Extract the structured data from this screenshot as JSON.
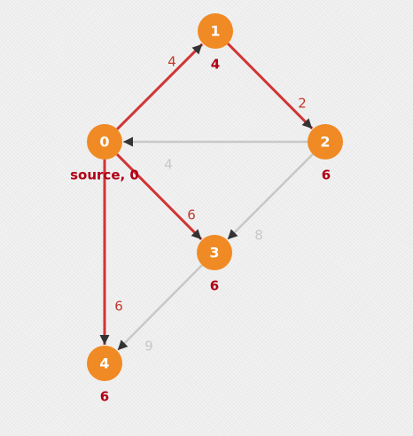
{
  "colors": {
    "node_fill": "#f08a24",
    "tree_edge": "#d03535",
    "other_edge": "#c8c8c8",
    "tree_weight": "#c0392b",
    "other_weight": "#c8c8c8",
    "distance_text": "#b00015",
    "arrowhead": "#333333"
  },
  "graph": {
    "nodes": [
      {
        "id": "0",
        "label": "0",
        "distance": "source, 0"
      },
      {
        "id": "1",
        "label": "1",
        "distance": "4"
      },
      {
        "id": "2",
        "label": "2",
        "distance": "6"
      },
      {
        "id": "3",
        "label": "3",
        "distance": "6"
      },
      {
        "id": "4",
        "label": "4",
        "distance": "6"
      }
    ],
    "edges": [
      {
        "from": "0",
        "to": "1",
        "weight": "4",
        "in_tree": true
      },
      {
        "from": "1",
        "to": "2",
        "weight": "2",
        "in_tree": true
      },
      {
        "from": "2",
        "to": "0",
        "weight": "4",
        "in_tree": false
      },
      {
        "from": "0",
        "to": "3",
        "weight": "6",
        "in_tree": true
      },
      {
        "from": "2",
        "to": "3",
        "weight": "8",
        "in_tree": false
      },
      {
        "from": "0",
        "to": "4",
        "weight": "6",
        "in_tree": true
      },
      {
        "from": "3",
        "to": "4",
        "weight": "9",
        "in_tree": false
      }
    ]
  }
}
